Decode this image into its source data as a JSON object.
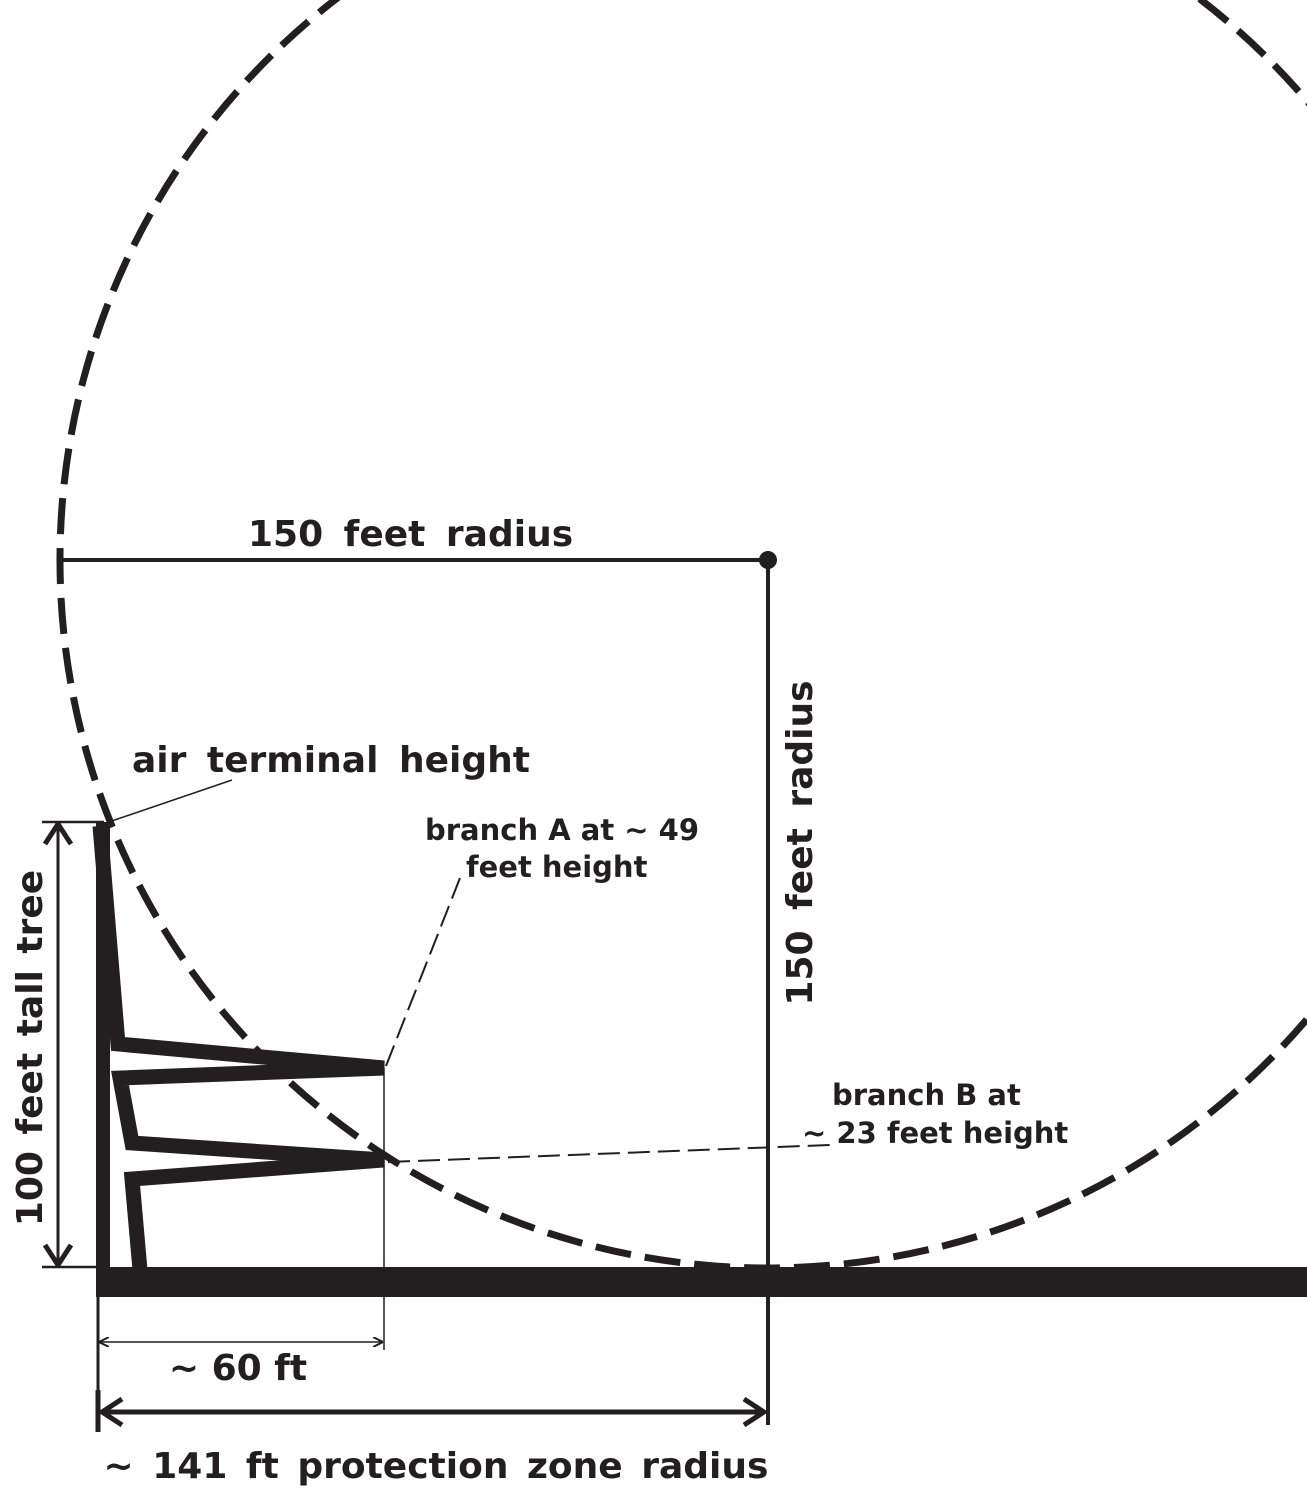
{
  "labels": {
    "sphere_radius_horizontal": "150 feet radius",
    "sphere_radius_vertical": "150 feet radius",
    "air_terminal": "air terminal height",
    "branch_a_line1": "branch A at ~ 49",
    "branch_a_line2": "feet height",
    "branch_b_line1": "branch B at",
    "branch_b_line2": "~ 23 feet height",
    "tree_height": "100  feet  tall  tree",
    "branch_a_distance": "~ 60 ft",
    "protection_zone": "~ 141 ft protection zone radius"
  },
  "colors": {
    "ink": "#231f20",
    "background": "#ffffff"
  }
}
